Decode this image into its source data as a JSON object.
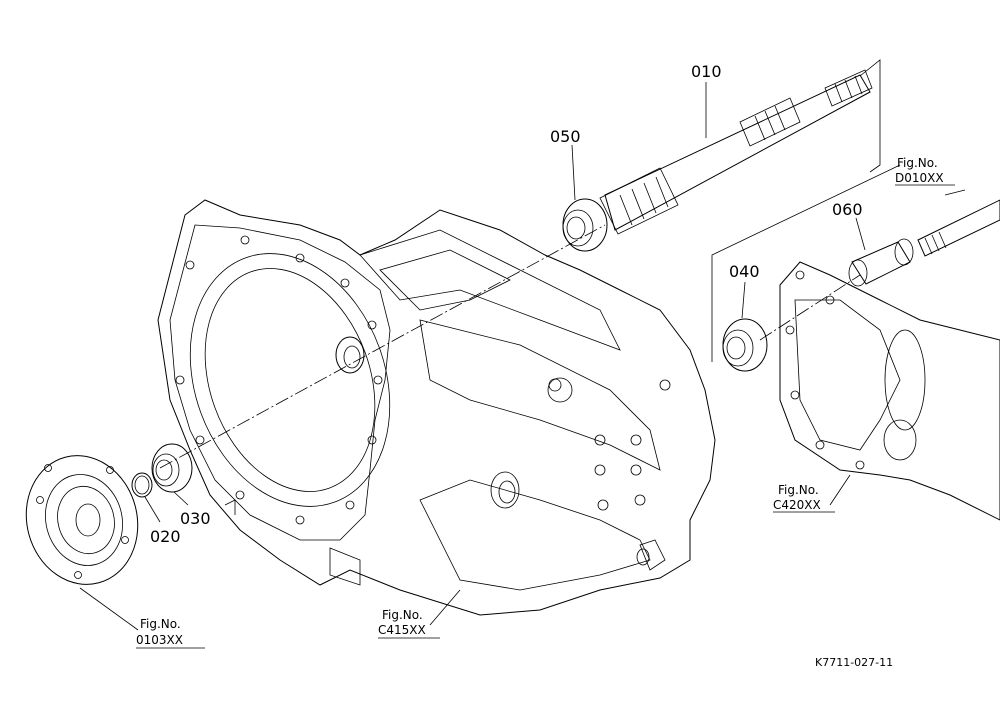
{
  "parts": {
    "p010": "010",
    "p050": "050",
    "p060": "060",
    "p040": "040",
    "p020": "020",
    "p030": "030"
  },
  "figure_refs": {
    "d010": {
      "label": "Fig.No.",
      "code": "D010XX"
    },
    "c420": {
      "label": "Fig.No.",
      "code": "C420XX"
    },
    "c415": {
      "label": "Fig.No.",
      "code": "C415XX"
    },
    "o103": {
      "label": "Fig.No.",
      "code": "0103XX"
    }
  },
  "drawing_code": "K7711-027-11"
}
